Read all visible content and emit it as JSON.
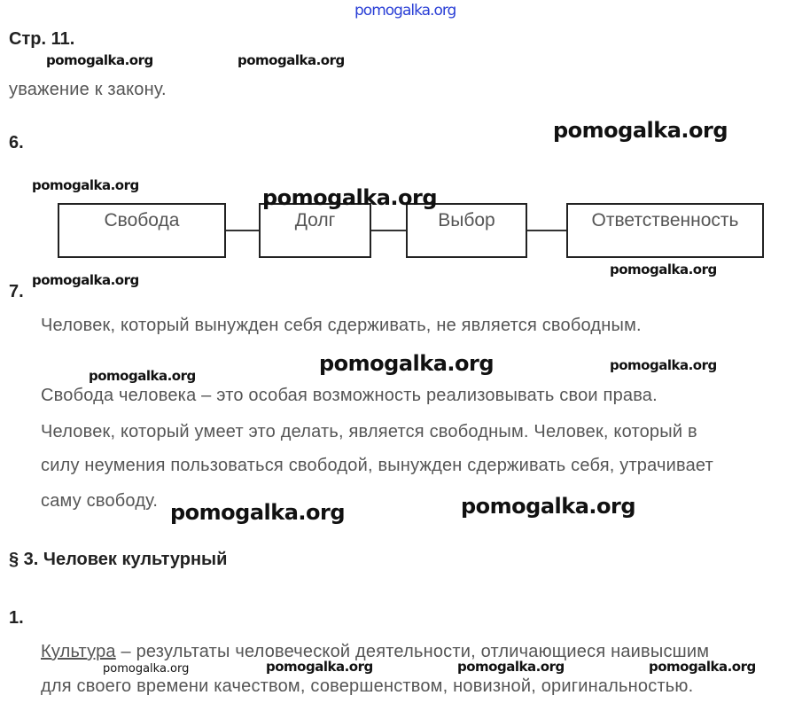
{
  "page_label": "Стр. 11.",
  "intro_text": "уважение к закону.",
  "task6": {
    "number": "6.",
    "diagram": [
      "Свобода",
      "Долг",
      "Выбор",
      "Ответственность"
    ]
  },
  "task7": {
    "number": "7.",
    "lines": [
      "Человек, который вынужден себя сдерживать, не является свободным.",
      "Свобода человека – это особая возможность реализовывать свои права.",
      "Человек, который умеет это делать, является свободным. Человек, который в",
      "силу неумения пользоваться свободой, вынужден сдерживать себя, утрачивает",
      "саму свободу."
    ]
  },
  "section": {
    "title": "§ 3. Человек культурный",
    "task1": {
      "number": "1.",
      "term": "Культура",
      "line1_rest": " – результаты человеческой деятельности, отличающиеся наивысшим",
      "line2": "для своего времени качеством, совершенством, новизной, оригинальностью."
    }
  },
  "watermark": "pomogalka.org",
  "colors": {
    "watermark_top": "#2a3fd6"
  }
}
